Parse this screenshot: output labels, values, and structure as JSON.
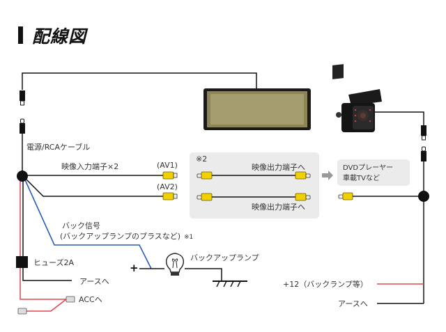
{
  "title": "配線図",
  "colors": {
    "wire_black": "#111111",
    "wire_red": "#e0454b",
    "wire_blue": "#2a5bb0",
    "rca_yellow": "#f2d000",
    "panel_gray": "#ebebeb",
    "monitor_screen": "#a39d6f",
    "arrow_gray": "#999999"
  },
  "labels": {
    "power_rca_cable": "電源/RCAケーブル",
    "video_input_x2": "映像入力端子×2",
    "av1": "(AV1)",
    "av2": "(AV2)",
    "back_signal_line1": "バック信号",
    "back_signal_line2": "(バックアップランプのプラスなど)",
    "note1_mark": "※1",
    "fuse": "ヒューズ2A",
    "ground_left": "アースへ",
    "acc": "ACCへ",
    "plus_sign": "+",
    "backup_lamp": "バックアップランプ",
    "panel_note": "※2",
    "video_output_1": "映像出力端子へ",
    "video_output_2": "映像出力端子へ",
    "dvd_line1": "DVDプレーヤー",
    "dvd_line2": "車載TVなど",
    "plus12": "+12（バックランプ等）",
    "ground_right": "アースへ"
  },
  "icons": {
    "monitor": "monitor-icon",
    "camera": "backup-camera-icon",
    "bulb": "light-bulb-icon",
    "ground": "ground-symbol-icon",
    "fuse": "fuse-icon",
    "arrow": "arrow-right-icon"
  }
}
